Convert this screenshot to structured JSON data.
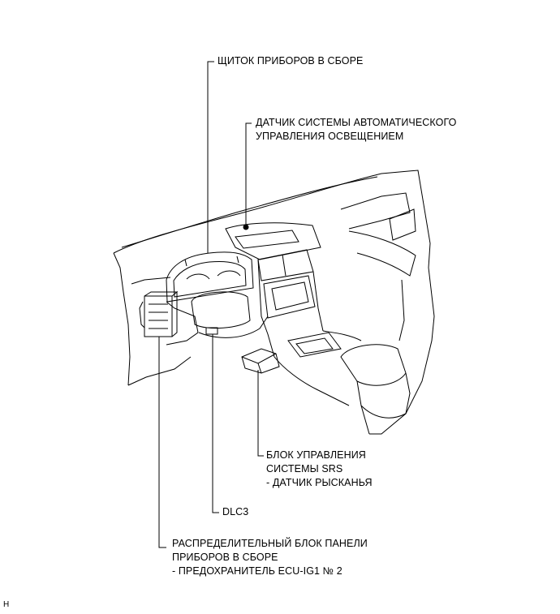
{
  "labels": {
    "instrument_cluster": "ЩИТОК ПРИБОРОВ В СБОРЕ",
    "light_sensor_line1": "ДАТЧИК СИСТЕМЫ АВТОМАТИЧЕСКОГО",
    "light_sensor_line2": "УПРАВЛЕНИЯ ОСВЕЩЕНИЕМ",
    "srs_line1": "БЛОК УПРАВЛЕНИЯ",
    "srs_line2": "СИСТЕМЫ SRS",
    "srs_sub": "- ДАТЧИК РЫСКАНЬЯ",
    "dlc3": "DLC3",
    "junction_line1": "РАСПРЕДЕЛИТЕЛЬНЫЙ БЛОК ПАНЕЛИ",
    "junction_line2": "ПРИБОРОВ В СБОРЕ",
    "junction_sub": "- ПРЕДОХРАНИТЕЛЬ ECU-IG1 № 2"
  },
  "corner_mark": "H"
}
